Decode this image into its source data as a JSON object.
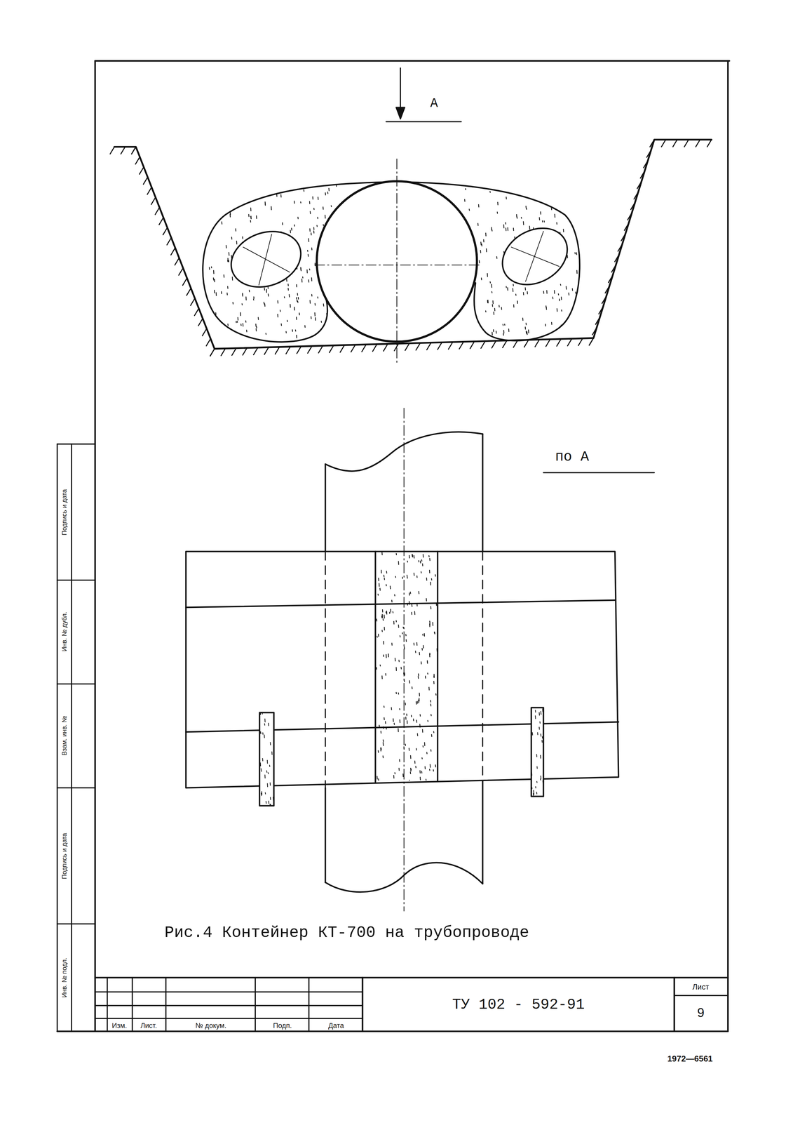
{
  "diagram": {
    "caption": "Рис.4 Контейнер КТ-700 на трубопроводе",
    "labels": [
      "А",
      "по А",
      "Подпись и дата",
      "Инв. № дубл.",
      "Взам. инв. №",
      "Подпись и дата",
      "Инв. № подл.",
      "Изм.",
      "Лист.",
      "№ докум.",
      "Подп.",
      "Дата",
      "ТУ 102 - 592-91",
      "Лист",
      "9",
      "1972—6561"
    ]
  }
}
